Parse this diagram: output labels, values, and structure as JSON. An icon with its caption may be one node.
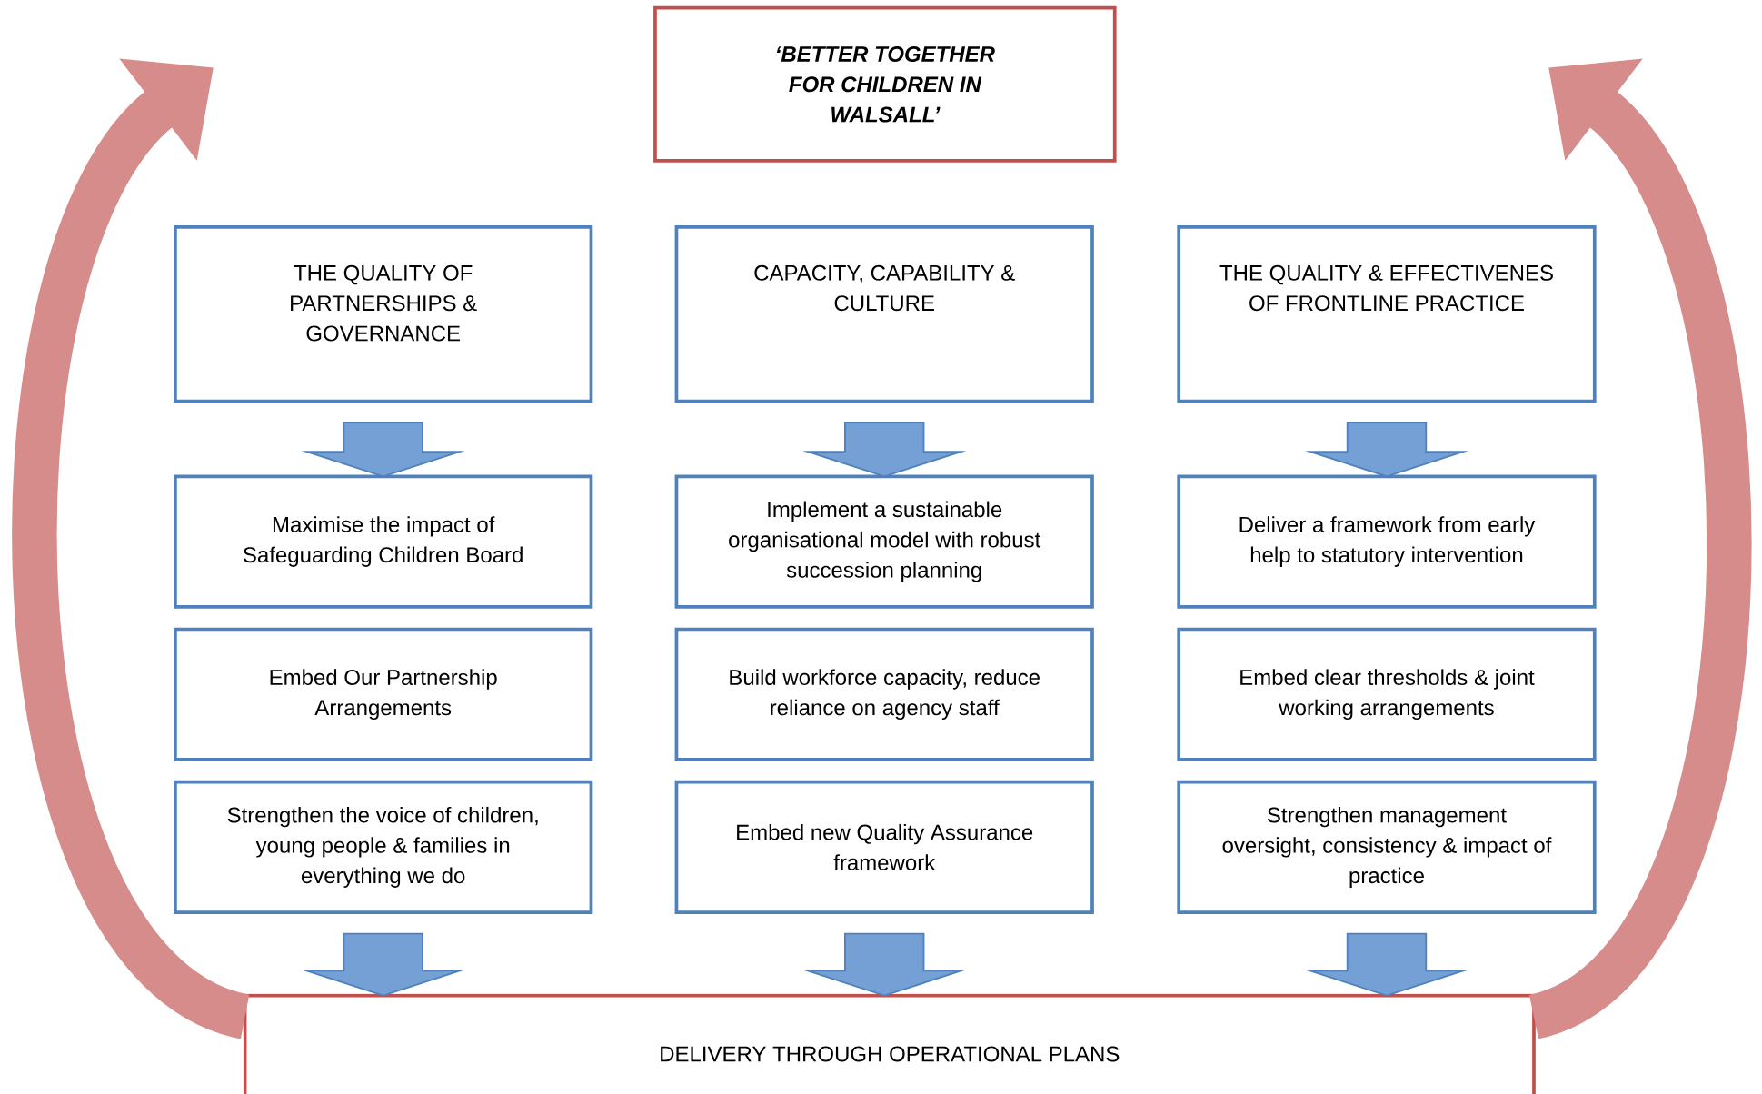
{
  "diagram": {
    "nodes": [
      {
        "text": [
          "‘BETTER TOGETHER FOR CHILDREN IN WALSALL’"
        ]
      },
      {
        "text": [
          "THE QUALITY OF PARTNERSHIPS & GOVERNANCE"
        ]
      },
      {
        "text": [
          "CAPACITY, CAPABILITY & CULTURE"
        ]
      },
      {
        "text": [
          "THE QUALITY & EFFECTIVENES OF FRONTLINE PRACTICE"
        ]
      },
      {
        "text": [
          "Maximise the impact of Safeguarding Children Board"
        ]
      },
      {
        "text": [
          "Implement a sustainable organisational model with robust succession planning"
        ]
      },
      {
        "text": [
          "Deliver a framework from early help to statutory intervention"
        ]
      },
      {
        "text": [
          "Embed Our Partnership Arrangements"
        ]
      },
      {
        "text": [
          "Build workforce capacity, reduce reliance on agency staff"
        ]
      },
      {
        "text": [
          "Embed clear thresholds & joint working arrangements"
        ]
      },
      {
        "text": [
          "Strengthen the voice of children, young people & families in everything we do"
        ]
      },
      {
        "text": [
          "Embed new Quality Assurance framework"
        ]
      },
      {
        "text": [
          "Strengthen management oversight, consistency & impact of practice"
        ]
      },
      {
        "text": [
          "DELIVERY THROUGH OPERATIONAL PLANS"
        ]
      }
    ],
    "edges": [
      {
        "from": 1,
        "to": 4,
        "arrow": "to"
      },
      {
        "from": 2,
        "to": 5,
        "arrow": "to"
      },
      {
        "from": 3,
        "to": 6,
        "arrow": "to"
      },
      {
        "from": 10,
        "to": 13,
        "arrow": "to"
      },
      {
        "from": 11,
        "to": 13,
        "arrow": "to"
      },
      {
        "from": 12,
        "to": 13,
        "arrow": "to"
      },
      {
        "from": 13,
        "to": null,
        "arrow": "to",
        "color": "#d68c8a"
      },
      {
        "from": 13,
        "to": null,
        "arrow": "to",
        "color": "#d68c8a"
      }
    ]
  }
}
